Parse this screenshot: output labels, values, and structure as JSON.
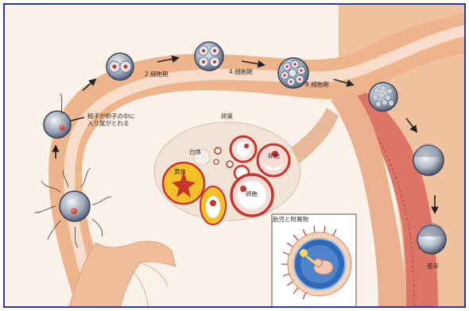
{
  "labels": {
    "sperm_enter": "精子が卵子の中に",
    "tail_off": "入り尾がとれる",
    "cell2": "2 細胞期",
    "cell4": "4 細胞期",
    "cell8": "8 細胞期",
    "ovary": "卵巣",
    "white_body": "白体",
    "yellow_body": "黄体",
    "follicle_upper": "卵胞",
    "follicle_lower": "卵胞",
    "inset_title": "胎児と附属物",
    "implantation": "着床"
  },
  "colors": {
    "frame_border": "#2b3a9a",
    "tube_wall": "#eeb58d",
    "tube_lumen": "#f6dccb",
    "uterus_lining": "#d9665e",
    "embryo_blue": "#2f69b8",
    "arrow": "#222222"
  }
}
